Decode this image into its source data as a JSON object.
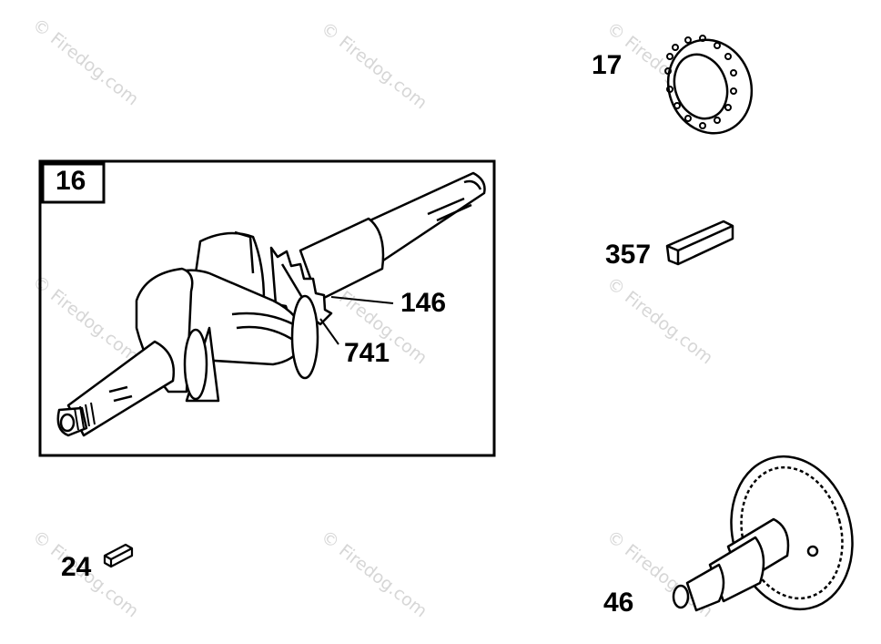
{
  "watermark": "© Firedog.com",
  "callouts": {
    "box_label": "16",
    "bearing": "17",
    "key_large": "357",
    "gear_small": "146",
    "key_crank": "741",
    "key_small": "24",
    "camshaft": "46"
  },
  "colors": {
    "line": "#000000",
    "watermark": "#d0d0d0",
    "background": "#ffffff"
  }
}
